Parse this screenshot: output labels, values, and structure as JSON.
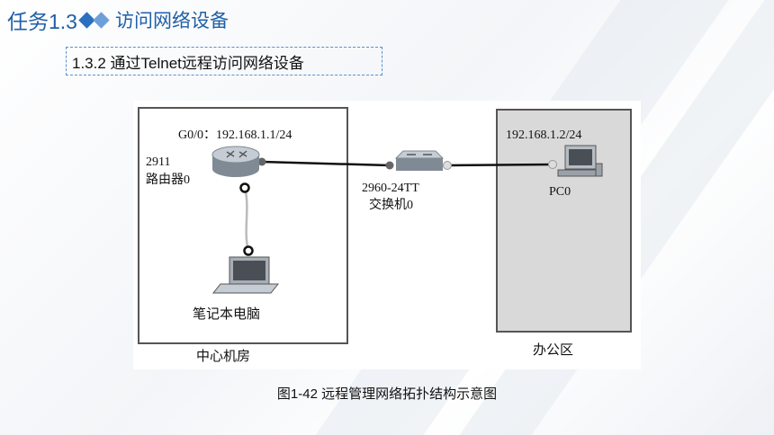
{
  "header": {
    "task_label": "任务1.3",
    "task_title": "访问网络设备",
    "subtitle": "1.3.2 通过Telnet远程访问网络设备"
  },
  "diagram": {
    "router": {
      "interface_label": "G0/0：192.168.1.1/24",
      "model": "2911",
      "name": "路由器0"
    },
    "switch": {
      "model": "2960-24TT",
      "name": "交换机0"
    },
    "pc": {
      "ip": "192.168.1.2/24",
      "name": "PC0"
    },
    "laptop": {
      "name": "笔记本电脑"
    },
    "zones": {
      "left": "中心机房",
      "right": "办公区"
    }
  },
  "caption": "图1-42 远程管理网络拓扑结构示意图",
  "colors": {
    "title_blue": "#1f5fa8",
    "zone_fill": "#d9d9d9",
    "border": "#555555"
  }
}
